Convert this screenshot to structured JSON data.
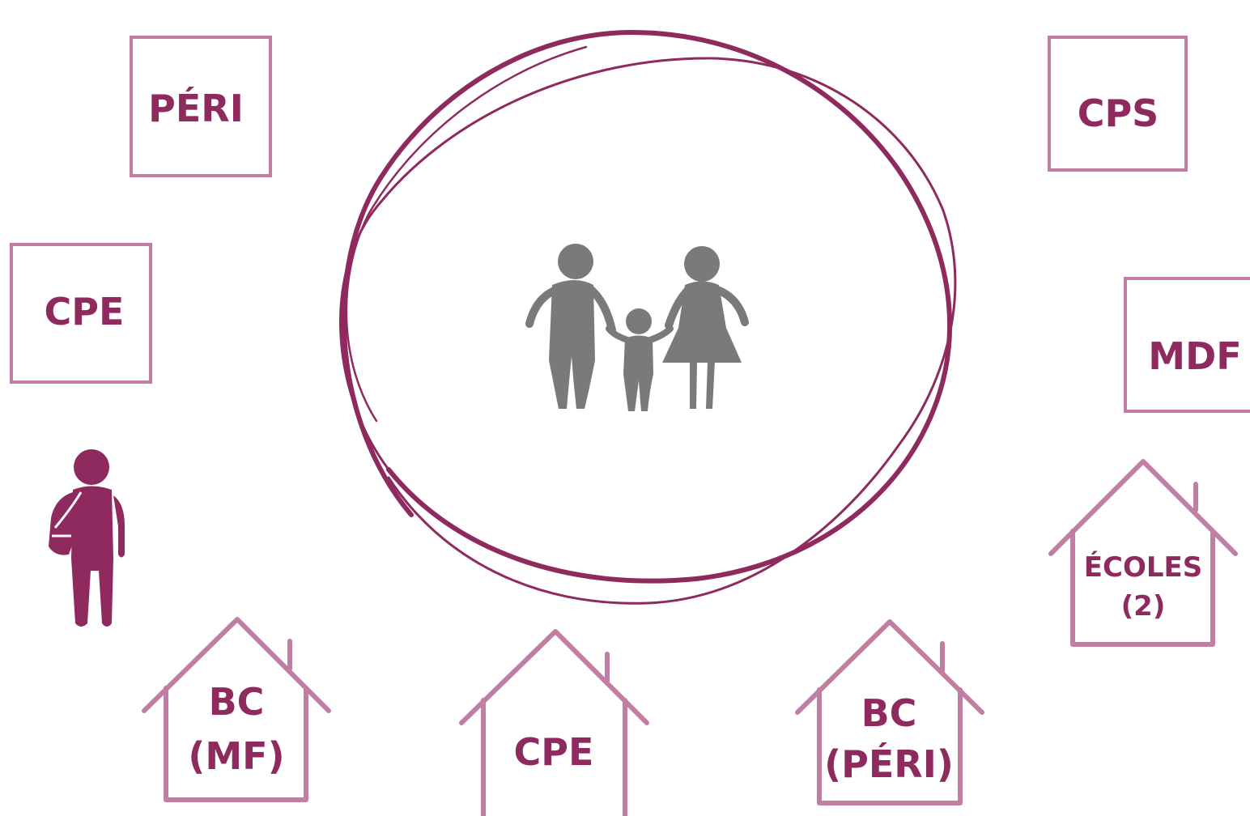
{
  "colors": {
    "accent": "#8e2a5e",
    "box_stroke": "#bf7ea2",
    "figure": "#7a7a7a"
  },
  "center": {
    "icon": "family-icon"
  },
  "person": {
    "icon": "student-with-backpack-icon"
  },
  "boxes": {
    "peri": "PÉRI",
    "cps": "CPS",
    "cpe": "CPE",
    "mdf": "MDF"
  },
  "houses": {
    "ecoles": [
      "ÉCOLES",
      "(2)"
    ],
    "bc_mf": [
      "BC",
      "(MF)"
    ],
    "cpe": [
      "CPE"
    ],
    "bc_peri": [
      "BC",
      "(PÉRI)"
    ]
  }
}
